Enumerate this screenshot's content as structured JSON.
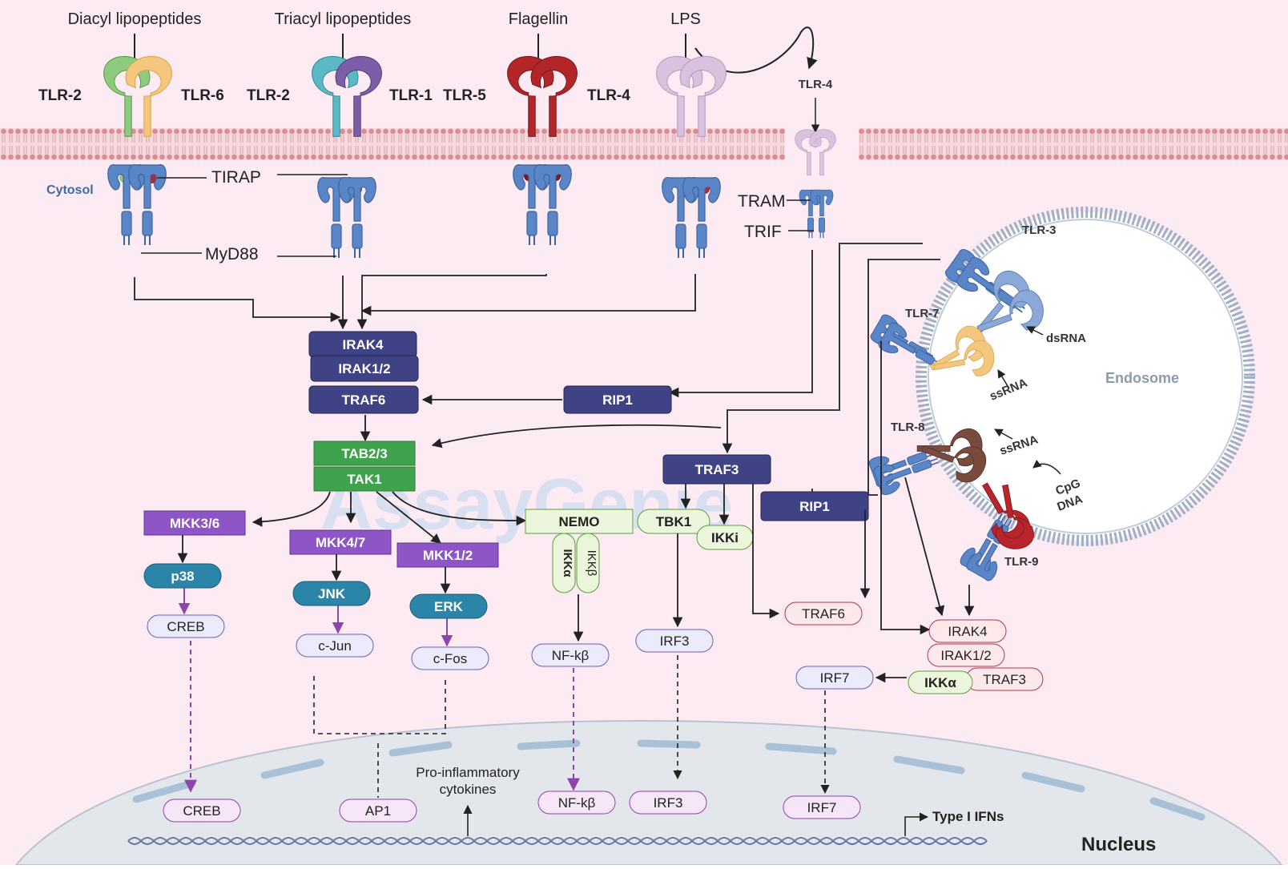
{
  "ligands": {
    "diacyl": "Diacyl lipopeptides",
    "triacyl": "Triacyl lipopeptides",
    "flagellin": "Flagellin",
    "lps": "LPS"
  },
  "receptors": {
    "tlr2a": "TLR-2",
    "tlr6": "TLR-6",
    "tlr2b": "TLR-2",
    "tlr1": "TLR-1",
    "tlr5": "TLR-5",
    "tlr4": "TLR-4",
    "tlr4_endo": "TLR-4",
    "tlr3": "TLR-3",
    "tlr7": "TLR-7",
    "tlr8": "TLR-8",
    "tlr9": "TLR-9"
  },
  "adaptors": {
    "tirap": "TIRAP",
    "myd88": "MyD88",
    "tram": "TRAM",
    "trif": "TRIF"
  },
  "compartments": {
    "cytosol": "Cytosol",
    "endosome": "Endosome",
    "nucleus": "Nucleus"
  },
  "endosome_ligands": {
    "dsrna": "dsRNA",
    "ssrna1": "ssRNA",
    "ssrna2": "ssRNA",
    "cpg": "CpG",
    "dna": "DNA"
  },
  "boxes": {
    "irak4": "IRAK4",
    "irak12": "IRAK1/2",
    "traf6": "TRAF6",
    "rip1": "RIP1",
    "tab23": "TAB2/3",
    "tak1": "TAK1",
    "traf3": "TRAF3",
    "rip1b": "RIP1",
    "mkk36": "MKK3/6",
    "mkk47": "MKK4/7",
    "mkk12": "MKK1/2",
    "nemo": "NEMO",
    "tbk1": "TBK1",
    "ikki": "IKKi",
    "ikka_v": "IKKα",
    "ikkb_v": "IKKβ"
  },
  "kinases": {
    "p38": "p38",
    "jnk": "JNK",
    "erk": "ERK"
  },
  "pills": {
    "creb": "CREB",
    "cjun": "c-Jun",
    "cfos": "c-Fos",
    "nfkb": "NF-kβ",
    "irf3": "IRF3",
    "traf6_r": "TRAF6",
    "irak4_r": "IRAK4",
    "irak12_r": "IRAK1/2",
    "traf3_r": "TRAF3",
    "ikka_r": "IKKα",
    "irf7": "IRF7"
  },
  "nuclear": {
    "creb": "CREB",
    "ap1": "AP1",
    "nfkb": "NF-kβ",
    "irf3": "IRF3",
    "irf7": "IRF7",
    "proinf1": "Pro-inflammatory",
    "proinf2": "cytokines",
    "ifn": "Type I IFNs"
  },
  "watermark": "AssayGenie",
  "colors": {
    "background": "#fdebf3",
    "membrane": "#e8a9a9",
    "nucleus": "#e3e7ec",
    "navy": "#3f4385",
    "green": "#3fa34d",
    "purple": "#8d55c5",
    "teal": "#2a85a8",
    "pill_lavender": "#ecebfb",
    "pill_pink": "#fde9ec",
    "pill_green": "#ebf6dc",
    "tlr2": "#8fcb7e",
    "tlr6": "#f5c77e",
    "tlr2b": "#5bb9c6",
    "tlr1": "#7c5ea8",
    "tlr5": "#b2262a",
    "tlr4": "#d8c3df",
    "tir": "#5a86c7",
    "tlr8": "#7a4a3f",
    "tlr9": "#b8252b"
  }
}
